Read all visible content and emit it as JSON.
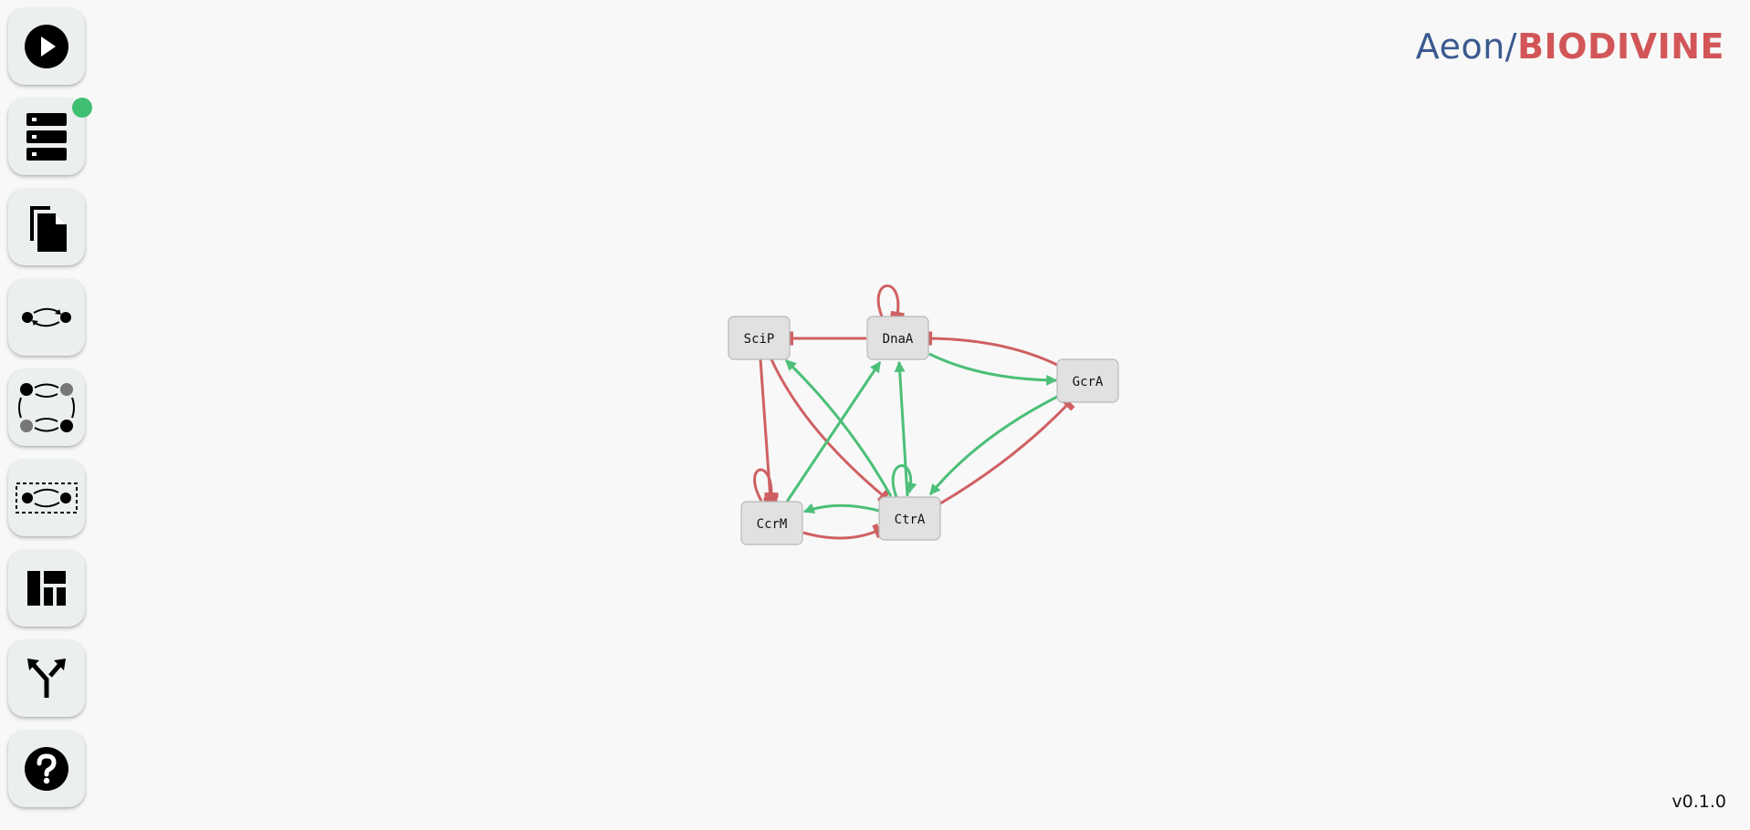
{
  "app": {
    "logo_prefix": "Aeon/",
    "logo_brand": "BIODIVINE",
    "version": "v0.1.0"
  },
  "sidebar": {
    "items": [
      {
        "name": "play-icon"
      },
      {
        "name": "server-icon",
        "status": "connected",
        "status_color": "#3fbf72"
      },
      {
        "name": "files-icon"
      },
      {
        "name": "edge-swap-icon"
      },
      {
        "name": "cycle-network-icon"
      },
      {
        "name": "selection-edge-icon"
      },
      {
        "name": "dashboard-layout-icon"
      },
      {
        "name": "fork-arrow-icon"
      },
      {
        "name": "help-icon"
      }
    ]
  },
  "colors": {
    "activation": "#4cbf78",
    "inhibition": "#cf6062",
    "logo_blue": "#3b5a8f",
    "logo_red": "#d25658"
  },
  "graph": {
    "nodes": [
      {
        "id": "SciP",
        "label": "SciP"
      },
      {
        "id": "DnaA",
        "label": "DnaA"
      },
      {
        "id": "GcrA",
        "label": "GcrA"
      },
      {
        "id": "CcrM",
        "label": "CcrM"
      },
      {
        "id": "CtrA",
        "label": "CtrA"
      }
    ],
    "edges": [
      {
        "from": "DnaA",
        "to": "SciP",
        "type": "inhibition"
      },
      {
        "from": "DnaA",
        "to": "DnaA",
        "type": "inhibition"
      },
      {
        "from": "GcrA",
        "to": "DnaA",
        "type": "inhibition"
      },
      {
        "from": "DnaA",
        "to": "GcrA",
        "type": "activation"
      },
      {
        "from": "SciP",
        "to": "CcrM",
        "type": "inhibition"
      },
      {
        "from": "SciP",
        "to": "CtrA",
        "type": "inhibition"
      },
      {
        "from": "CtrA",
        "to": "SciP",
        "type": "activation"
      },
      {
        "from": "CcrM",
        "to": "DnaA",
        "type": "activation"
      },
      {
        "from": "CtrA",
        "to": "DnaA",
        "type": "activation"
      },
      {
        "from": "GcrA",
        "to": "CtrA",
        "type": "activation"
      },
      {
        "from": "CtrA",
        "to": "GcrA",
        "type": "inhibition"
      },
      {
        "from": "CcrM",
        "to": "CcrM",
        "type": "inhibition"
      },
      {
        "from": "CtrA",
        "to": "CtrA",
        "type": "activation"
      },
      {
        "from": "CtrA",
        "to": "CcrM",
        "type": "activation"
      },
      {
        "from": "CcrM",
        "to": "CtrA",
        "type": "inhibition"
      }
    ]
  }
}
